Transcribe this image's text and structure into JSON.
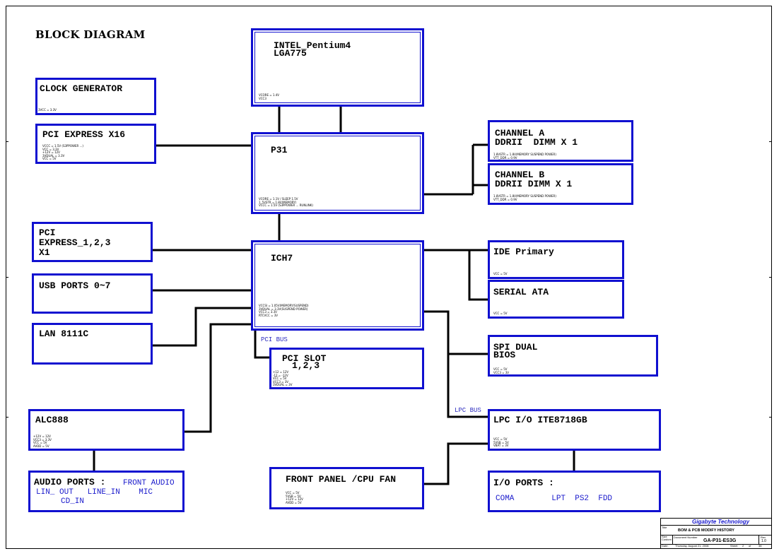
{
  "title": "BLOCK DIAGRAM",
  "blocks": {
    "cpu": {
      "l1": "INTEL_Pentium4",
      "l2": "LGA775",
      "note": "VCORE = 1.4V\nVCC3"
    },
    "clock": {
      "l1": "CLOCK GENERATOR",
      "note": "3VCC = 3.3V"
    },
    "pcie16": {
      "l1": "PCI EXPRESS X16",
      "note": "VCCC = 1.5V (S3PPOWER ...)\nVCC = 3.3V\n+12V = 12V\n3VDUAL = 3.3V\nVCC = 5V"
    },
    "p31": {
      "l1": "P31",
      "note": "VCORE = 1.1V / SLEEP 1.5V\n1_5VSTR = 1.8V(MEMORY)\nVCCC = 1.5V (S3PPOWER ... RUNLINK)"
    },
    "cha": {
      "l1": "CHANNEL A",
      "l2": "DDRII  DIMM X 1",
      "note": "1.8VSTR = 1.8V(MEMORY SUSPEND POWER)\nVTT_DDR = 0.9V"
    },
    "chb": {
      "l1": "CHANNEL B",
      "l2": "DDRII DIMM X 1",
      "note": "1.8VSTR = 1.8V(MEMORY SUSPEND POWER)\nVTT_DDR = 0.9V"
    },
    "pcie1": {
      "l1": "PCI",
      "l2": "EXPRESS_1,2,3",
      "l3": "X1"
    },
    "usb": {
      "l1": "USB PORTS 0~7"
    },
    "ich7": {
      "l1": "ICH7",
      "note": "VCCSI = 1.05V(MEMORY/SUSPEND)\n3VDUAL = 3.3V(SUSPEND POWER)\nVCC3 = 3.3V\nRTCVCC = 3V"
    },
    "ide": {
      "l1": "IDE Primary",
      "note": "VCC = 5V"
    },
    "sata": {
      "l1": "SERIAL ATA",
      "note": "VCC = 5V"
    },
    "lan": {
      "l1": "LAN 8111C"
    },
    "pcislot": {
      "l1": "PCI SLOT",
      "l2": "1,2,3",
      "note": "+12 = 12V\n-12 = -12V\nVCC = 5V\nVCC3 = 3V\n3VDUAL = 3V"
    },
    "spi": {
      "l1": "SPI DUAL",
      "l2": "BIOS",
      "note": "VCC = 5V\nVCC3 = 3V"
    },
    "alc": {
      "l1": "ALC888",
      "note": "+12V = 12V\nVCC3 = 3.3V\nVCC = 5V\nAVDD = 5V"
    },
    "lpc": {
      "l1": "LPC I/O ITE8718GB",
      "note": "VCC = 5V\n5VSB = 5V\nVBAT = 3V"
    },
    "audio": {
      "l1": "AUDIO PORTS :",
      "front": "FRONT AUDIO",
      "ports": "LIN_ OUT   LINE_IN    MIC",
      "cd": "CD_IN"
    },
    "front": {
      "l1": "FRONT PANEL /CPU FAN",
      "note": "VCC = 5V\n5VSB = 5V\n+12V = 12V\nAVDD = 5V"
    },
    "io": {
      "l1": "I/O PORTS :",
      "ports": "COMA        LPT  PS2  FDD"
    }
  },
  "buses": {
    "pci": "PCI BUS",
    "lpc": "LPC BUS"
  },
  "title_block": {
    "company": "Gigabyte Technology",
    "title_label": "Title",
    "title": "BOM & PCB MODIFY HISTORY",
    "size_label": "Size Custom",
    "doc_label": "Document Number",
    "doc": "GA-P31-ES3G",
    "rev_label": "Rev",
    "rev": "1.0",
    "date_label": "Date:",
    "date": "Thursday, August 21, 2008",
    "sheet_label": "Sheet",
    "sheet": "2",
    "of_label": "of",
    "of": "38"
  },
  "colors": {
    "block": "#1010d0",
    "wire": "#000000",
    "bus_label": "#3030c0"
  }
}
